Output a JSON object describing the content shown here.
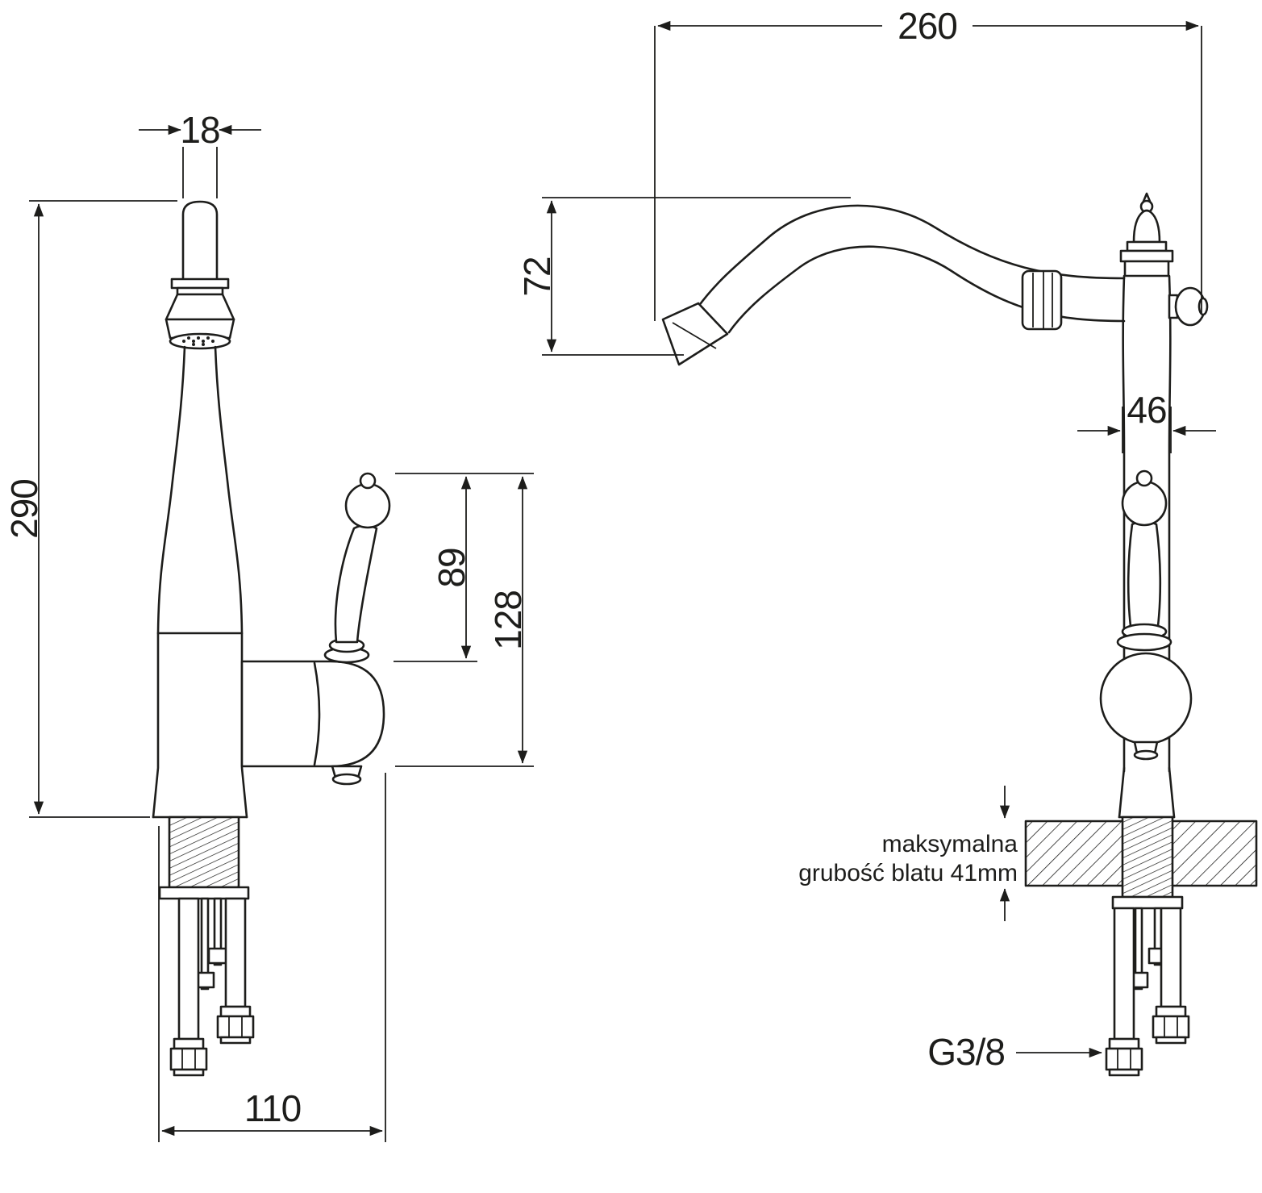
{
  "drawing": {
    "background": "#ffffff",
    "line_color": "#1d1d1b",
    "front_view": {
      "spout_diameter": "18",
      "total_height": "290",
      "handle_height": "89",
      "handle_overall_height": "128",
      "base_footprint": "110"
    },
    "side_view": {
      "spout_reach": "260",
      "spout_drop": "72",
      "body_width": "46",
      "counter_note_line1": "maksymalna",
      "counter_note_line2": "grubość blatu 41mm",
      "connection_thread": "G3/8"
    }
  }
}
